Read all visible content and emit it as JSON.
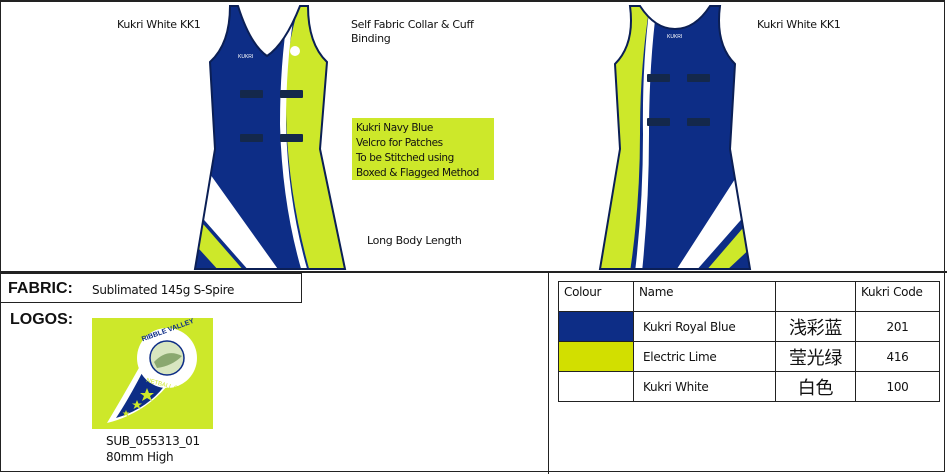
{
  "annotations": {
    "front_fabric": "Kukri White KK1",
    "collar": "Self Fabric Collar & Cuff Binding",
    "velcro_note": [
      "Kukri Navy Blue",
      "Velcro for Patches",
      "To be Stitched using",
      "Boxed & Flagged Method"
    ],
    "body_length": "Long Body Length",
    "back_fabric": "Kukri White KK1"
  },
  "fabric": {
    "label": "FABRIC:",
    "value": "Sublimated 145g S-Spire"
  },
  "logos": {
    "label": "LOGOS:",
    "logo_text_top": "RIBBLE VALLEY",
    "logo_text_bottom": "NETBALL CLUB",
    "code": "SUB_055313_01",
    "size": "80mm High"
  },
  "colour_table": {
    "headers": [
      "Colour",
      "Name",
      "",
      "Kukri Code"
    ],
    "rows": [
      {
        "swatch": "#0d2d86",
        "name": "Kukri Royal Blue",
        "chinese": "浅彩蓝",
        "code": "201"
      },
      {
        "swatch": "#d2df00",
        "name": "Electric Lime",
        "chinese": "莹光绿",
        "code": "416"
      },
      {
        "swatch": "#ffffff",
        "name": "Kukri White",
        "chinese": "白色",
        "code": "100"
      }
    ]
  },
  "colors": {
    "royal_blue": "#0d2d86",
    "lime": "#cde82a",
    "navy": "#14284b"
  }
}
